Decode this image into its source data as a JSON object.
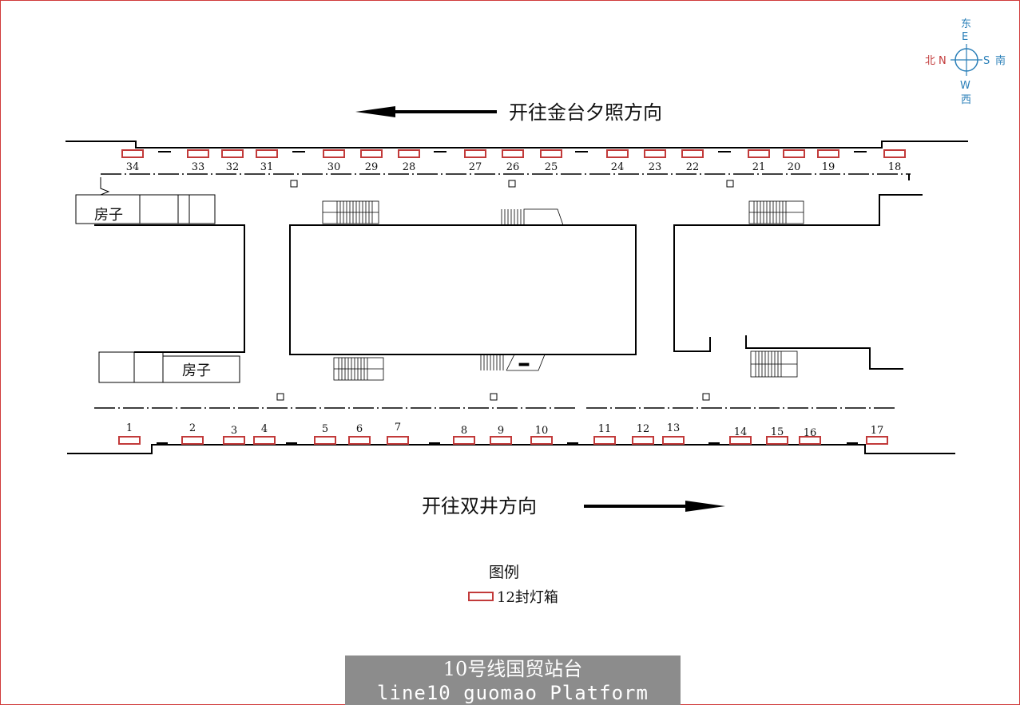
{
  "diagram": {
    "title": "10号线国贸站台",
    "subtitle": "line10 guomao Platform",
    "direction_top": "开往金台夕照方向",
    "direction_bottom": "开往双井方向",
    "room_label": "房子",
    "legend": {
      "title": "图例",
      "item_label": "12封灯箱"
    },
    "compass": {
      "east_cn": "东",
      "east": "E",
      "north_cn": "北",
      "north": "N",
      "south": "S",
      "south_cn": "南",
      "west": "W",
      "west_cn": "西"
    },
    "colors": {
      "lightbox": "#c23a3a",
      "compass": "#2a7fb8",
      "title_bg": "#8c8c8c",
      "border": "#d03a3a"
    },
    "top_lightboxes": [
      "34",
      "33",
      "32",
      "31",
      "30",
      "29",
      "28",
      "27",
      "26",
      "25",
      "24",
      "23",
      "22",
      "21",
      "20",
      "19",
      "18"
    ],
    "bottom_lightboxes": [
      "1",
      "2",
      "3",
      "4",
      "5",
      "6",
      "7",
      "8",
      "9",
      "10",
      "11",
      "12",
      "13",
      "14",
      "15",
      "16",
      "17"
    ]
  }
}
